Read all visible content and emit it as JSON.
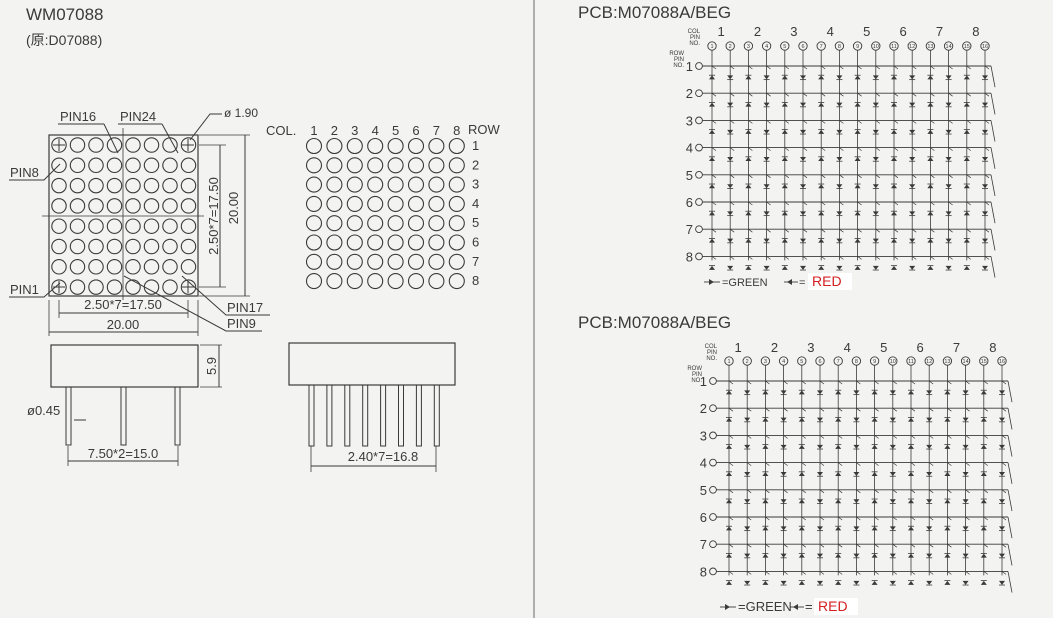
{
  "left": {
    "model": "WM07088",
    "original": "(原:D07088)",
    "labels": {
      "pin16": "PIN16",
      "pin24": "PIN24",
      "pin8": "PIN8",
      "pin1": "PIN1",
      "pin17": "PIN17",
      "pin9": "PIN9",
      "hole": "ø 1.90",
      "col": "COL.",
      "row": "ROW",
      "pitch_h": "2.50*7=17.50",
      "width": "20.00",
      "pitch_v": "2.50*7=17.50",
      "height": "20.00",
      "thickness": "5.9",
      "pin_dia": "ø0.45",
      "pin_span": "7.50*2=15.0",
      "pin_pitch": "2.40*7=16.8"
    },
    "col_numbers": [
      "1",
      "2",
      "3",
      "4",
      "5",
      "6",
      "7",
      "8"
    ],
    "row_numbers": [
      "1",
      "2",
      "3",
      "4",
      "5",
      "6",
      "7",
      "8"
    ]
  },
  "schematics": [
    {
      "title": "PCB:M07088A/BEG",
      "col_header": [
        "COL",
        "PIN",
        "NO."
      ],
      "row_header": [
        "ROW",
        "PIN",
        "NO."
      ],
      "col_numbers": [
        "1",
        "2",
        "3",
        "4",
        "5",
        "6",
        "7",
        "8"
      ],
      "row_numbers": [
        "1",
        "2",
        "3",
        "4",
        "5",
        "6",
        "7",
        "8"
      ],
      "col_pins": [
        "1",
        "2",
        "3",
        "4",
        "5",
        "6",
        "7",
        "8",
        "9",
        "10",
        "11",
        "12",
        "13",
        "14",
        "15",
        "16"
      ],
      "legend_green": "=GREEN",
      "legend_red": "RED"
    },
    {
      "title": "PCB:M07088A/BEG",
      "col_header": [
        "COL",
        "PIN",
        "NO."
      ],
      "row_header": [
        "ROW",
        "PIN",
        "NO."
      ],
      "col_numbers": [
        "1",
        "2",
        "3",
        "4",
        "5",
        "6",
        "7",
        "8"
      ],
      "row_numbers": [
        "1",
        "2",
        "3",
        "4",
        "5",
        "6",
        "7",
        "8"
      ],
      "col_pins": [
        "1",
        "2",
        "3",
        "4",
        "5",
        "6",
        "7",
        "8",
        "9",
        "10",
        "11",
        "12",
        "13",
        "14",
        "15",
        "16"
      ],
      "legend_green": "=GREEN",
      "legend_red": "RED"
    }
  ],
  "colors": {
    "ink": "#3a3a3a",
    "paper": "#f3f3f2",
    "red_label": "#d42020"
  }
}
